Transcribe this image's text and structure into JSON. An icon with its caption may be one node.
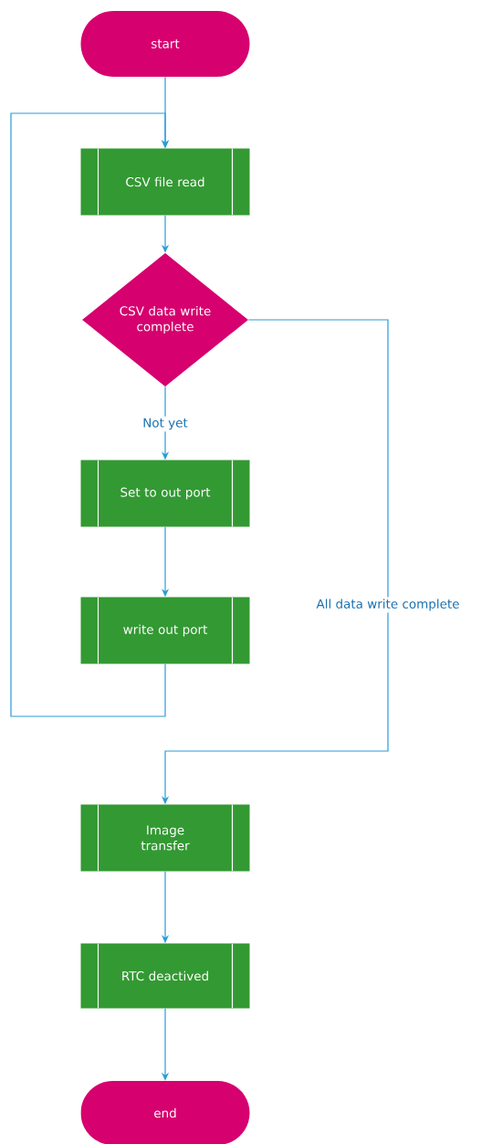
{
  "diagram": {
    "nodes": [
      {
        "text": [
          "start"
        ]
      },
      {
        "text": [
          "CSV file read"
        ]
      },
      {
        "text": [
          "CSV data write complete"
        ]
      },
      {
        "text": [
          "Set to out port"
        ]
      },
      {
        "text": [
          "write out port"
        ]
      },
      {
        "text": [
          "Image transfer"
        ]
      },
      {
        "text": [
          "RTC deactived"
        ]
      },
      {
        "text": [
          "end"
        ]
      }
    ],
    "edges": [
      {
        "from": 0,
        "to": 1,
        "arrow": "to"
      },
      {
        "from": 1,
        "to": 2,
        "arrow": "to"
      },
      {
        "from": 2,
        "to": 3,
        "arrow": "to",
        "label": "Not yet"
      },
      {
        "from": 3,
        "to": 4,
        "arrow": "to"
      },
      {
        "from": 4,
        "to": 1,
        "arrow": "to"
      },
      {
        "from": 2,
        "to": 5,
        "arrow": "to",
        "label": "All data write complete"
      },
      {
        "from": 5,
        "to": 6,
        "arrow": "to"
      },
      {
        "from": 6,
        "to": 7,
        "arrow": "to"
      }
    ]
  }
}
